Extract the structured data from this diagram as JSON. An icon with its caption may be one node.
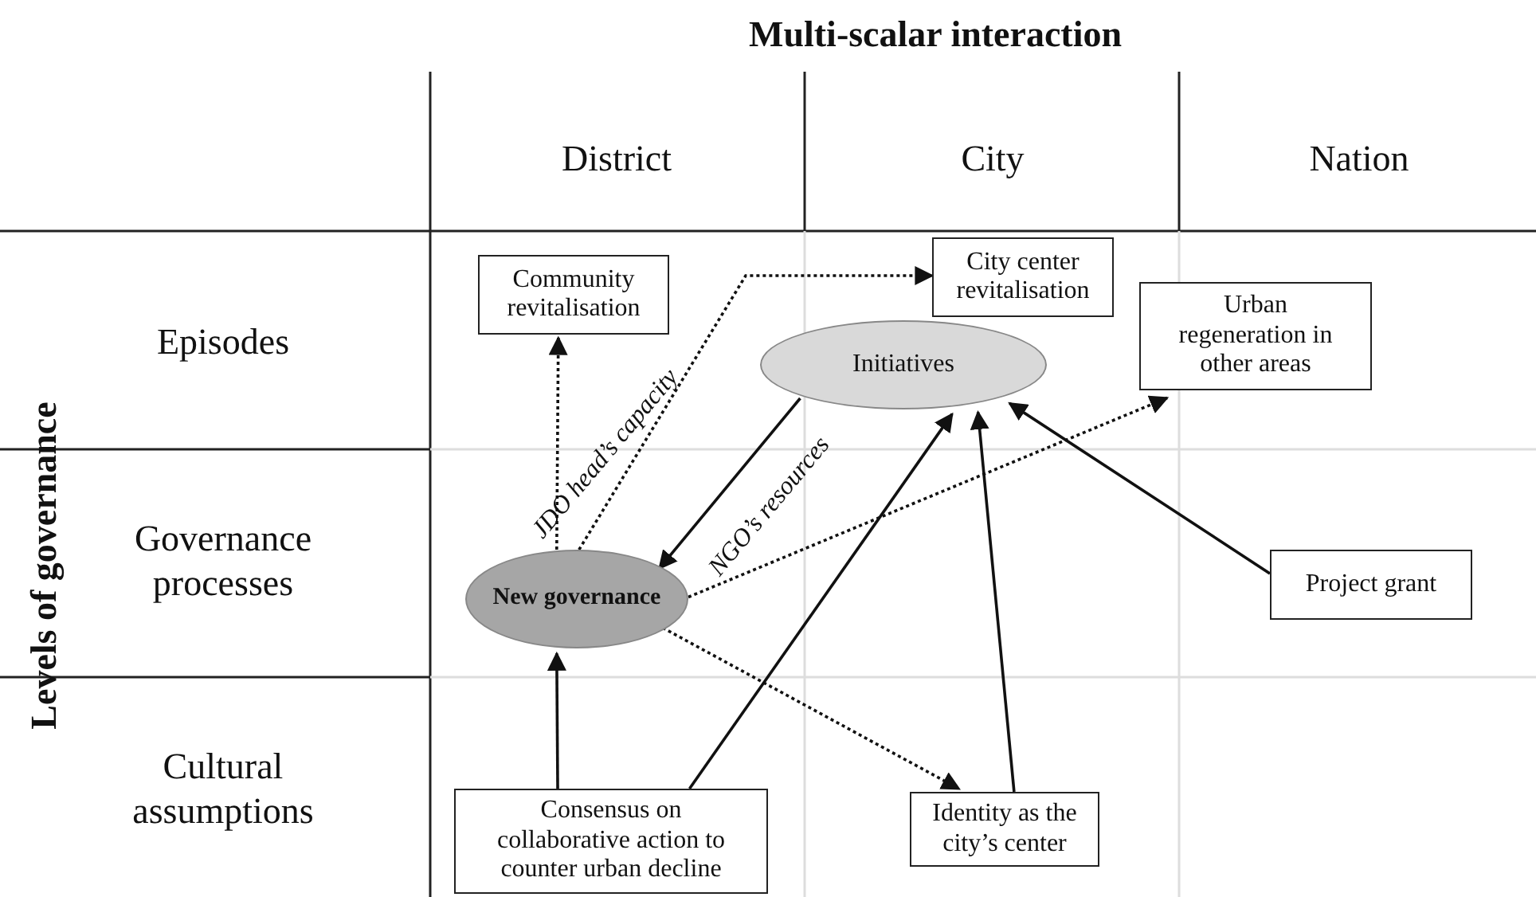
{
  "diagram": {
    "title": "Multi-scalar interaction",
    "nodes": [
      {
        "text": [
          "Community revitalisation"
        ]
      },
      {
        "text": [
          "City center revitalisation"
        ]
      },
      {
        "text": [
          "Urban regeneration in other areas"
        ]
      },
      {
        "text": [
          "Initiatives"
        ]
      },
      {
        "text": [
          "New governance"
        ]
      },
      {
        "text": [
          "Project grant"
        ]
      },
      {
        "text": [
          "Consensus on collaborative action to counter urban decline"
        ]
      },
      {
        "text": [
          "Identity as the city’s center"
        ]
      }
    ],
    "edges": [
      {
        "from": 4,
        "to": 0,
        "arrow": "to",
        "style": "dashed"
      },
      {
        "from": 4,
        "to": 1,
        "arrow": "to",
        "style": "dashed"
      },
      {
        "from": 4,
        "to": 2,
        "arrow": "to",
        "style": "dashed"
      },
      {
        "from": 3,
        "to": 4,
        "arrow": "to",
        "label": "JDO head’s capacity"
      },
      {
        "from": 6,
        "to": 4,
        "arrow": "to"
      },
      {
        "from": 6,
        "to": 3,
        "arrow": "to"
      },
      {
        "from": 7,
        "to": 3,
        "arrow": "to"
      },
      {
        "from": 5,
        "to": 3,
        "arrow": "to"
      },
      {
        "from": 4,
        "to": 7,
        "arrow": "to",
        "style": "dashed"
      }
    ],
    "labels": [
      "Levels of governance",
      "District",
      "City",
      "Nation",
      "Episodes",
      "Governance processes",
      "Cultural assumptions",
      "NGO’s resources"
    ]
  }
}
